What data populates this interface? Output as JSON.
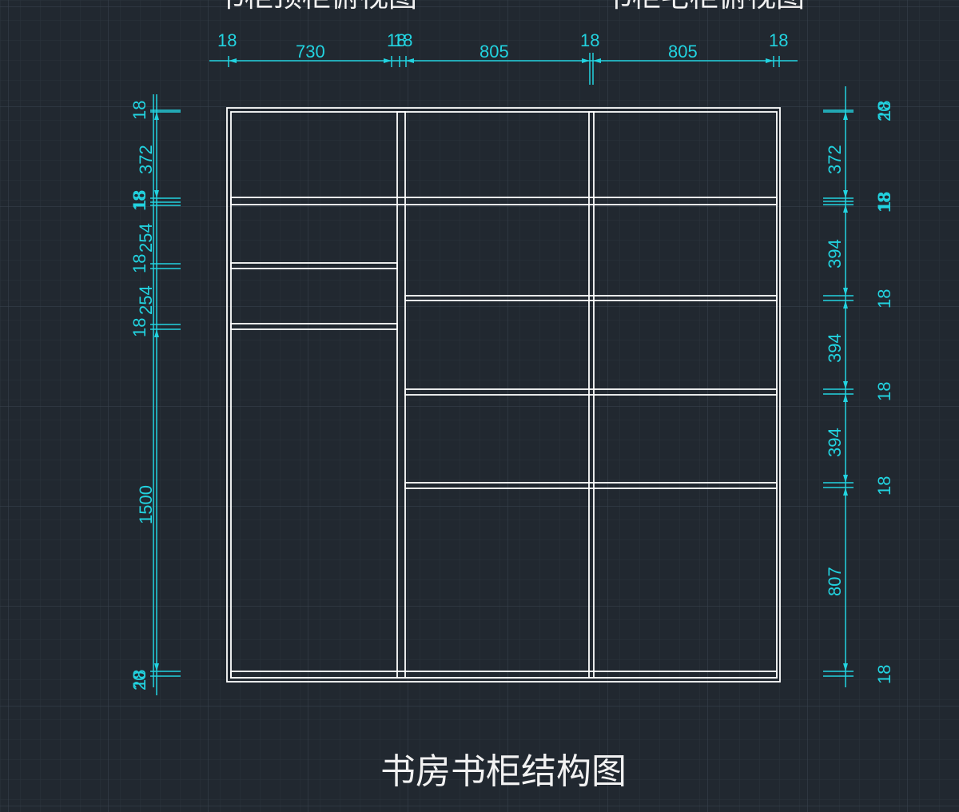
{
  "headers": {
    "left": "书柜顶柜俯视图",
    "right": "书柜宅柜俯视图"
  },
  "title": "书房书柜结构图",
  "colors": {
    "background": "#212830",
    "grid_minor": "#2b333d",
    "grid_major": "#36404b",
    "dimension": "#22d3e0",
    "structure": "#ffffff",
    "text": "#f2f2f2"
  },
  "dimensions": {
    "top": [
      "18",
      "730",
      "18",
      "18",
      "805",
      "18",
      "805",
      "18"
    ],
    "left": [
      "18",
      "372",
      "18",
      "18",
      "254",
      "18",
      "254",
      "18",
      "1500",
      "18",
      "20"
    ],
    "right": [
      "18",
      "20",
      "372",
      "18",
      "18",
      "394",
      "18",
      "394",
      "18",
      "394",
      "18",
      "807",
      "18"
    ]
  }
}
